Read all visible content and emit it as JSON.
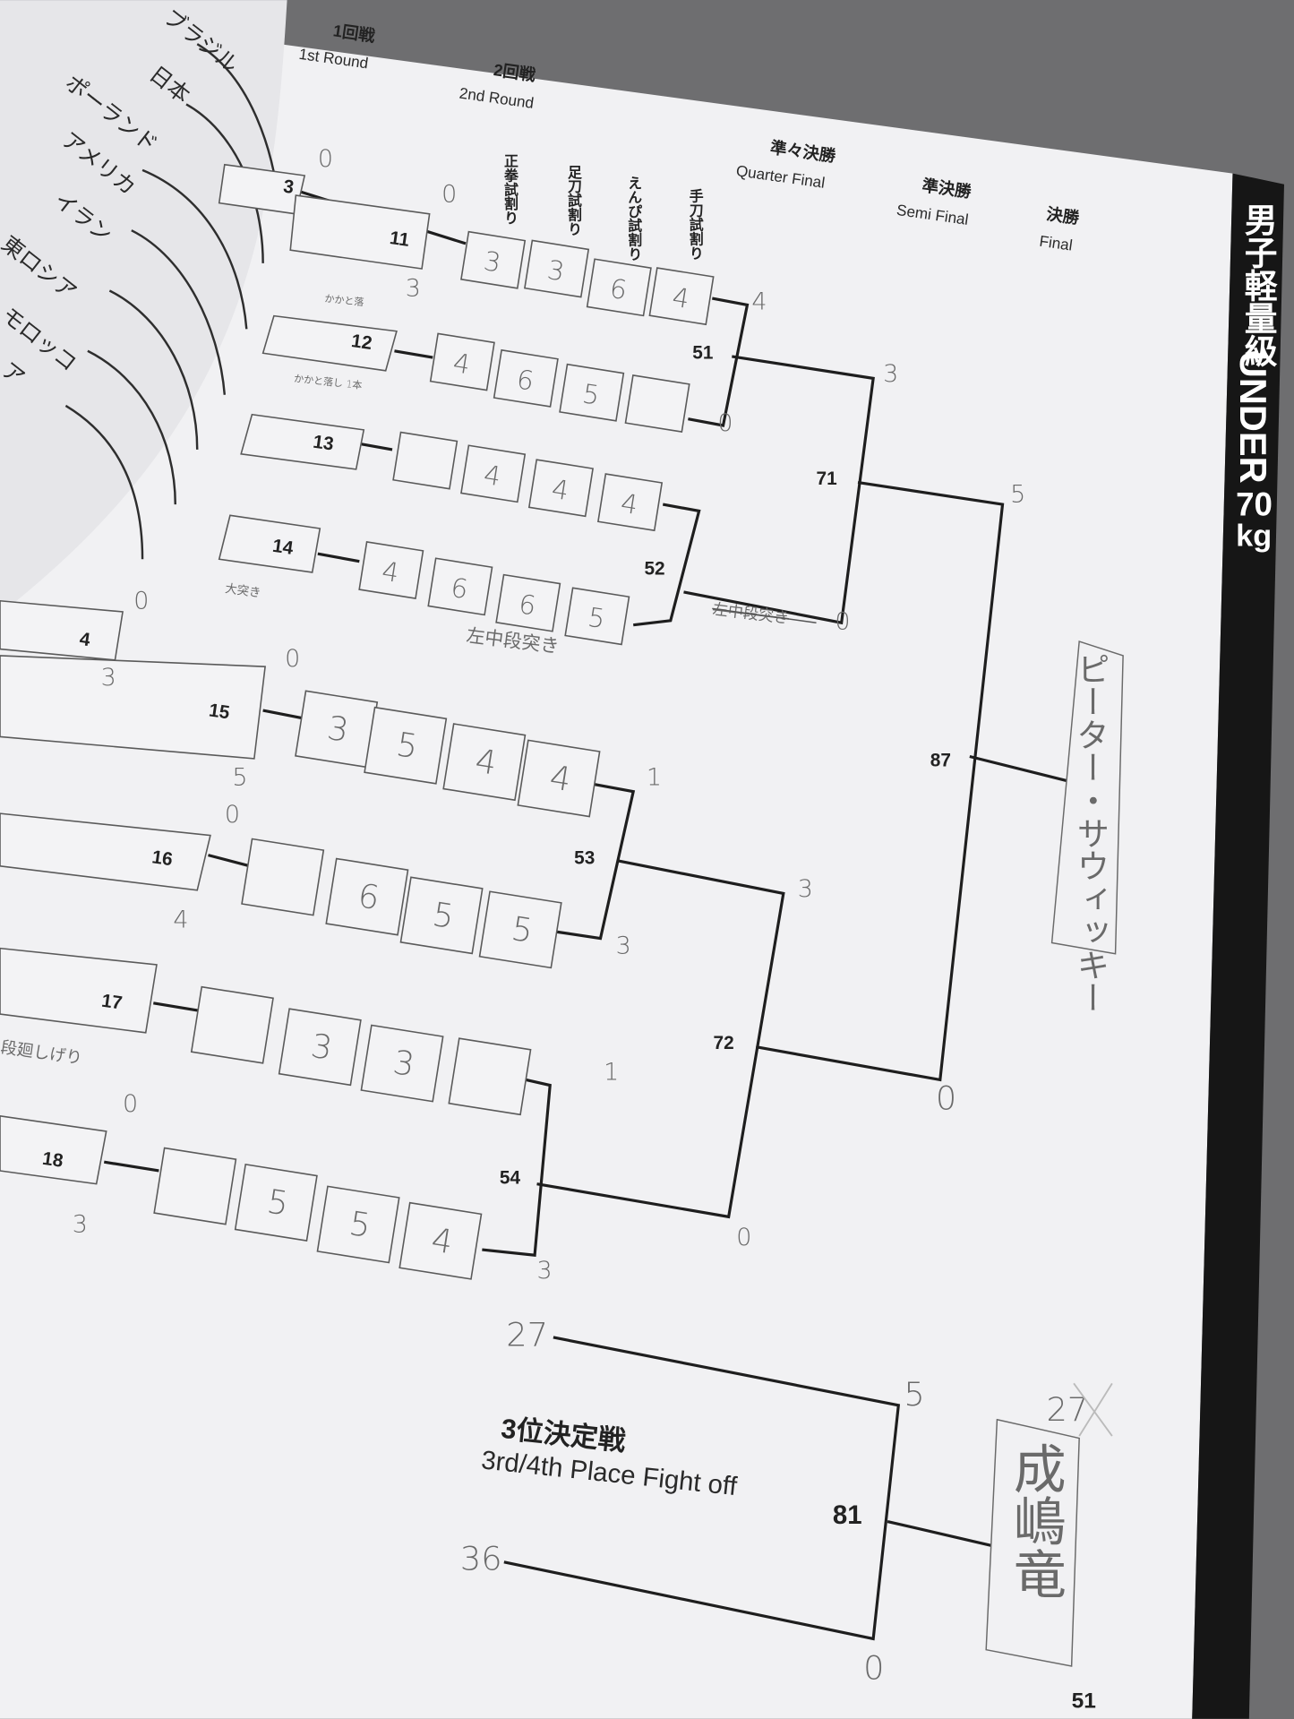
{
  "left_page": {
    "countries": [
      "ブラジル",
      "日本",
      "ポーランド",
      "アメリカ",
      "イラン",
      "東ロシア",
      "モロッコ",
      "ア"
    ]
  },
  "header": {
    "round1_jp": "1回戦",
    "round1_en": "1st Round",
    "round2_jp": "2回戦",
    "round2_en": "2nd Round",
    "tameshiwari": [
      "正拳試割り",
      "足刀試割り",
      "えんぴ試割り",
      "手刀試割り"
    ],
    "quarter_jp": "準々決勝",
    "quarter_en": "Quarter Final",
    "semi_jp": "準決勝",
    "semi_en": "Semi Final",
    "final_jp": "決勝",
    "final_en": "Final"
  },
  "side_tab": {
    "category_jp": "男子軽量級",
    "under": "UNDER",
    "weight": "70",
    "unit": "kg"
  },
  "first_round_boxes": [
    "3",
    "11",
    "12",
    "13",
    "14",
    "4",
    "15",
    "16",
    "17",
    "18"
  ],
  "tameshiwari_scores": [
    [
      "3",
      "3",
      "6",
      "4"
    ],
    [
      "4",
      "6",
      "5",
      ""
    ],
    [
      "",
      "4",
      "4",
      "4"
    ],
    [
      "4",
      "6",
      "6",
      "5"
    ],
    [
      "3",
      "5",
      "4",
      "4"
    ],
    [
      "",
      "6",
      "5",
      "5"
    ],
    [
      "",
      "3",
      "3",
      ""
    ],
    [
      "",
      "5",
      "5",
      "4"
    ]
  ],
  "match_numbers": {
    "m51": "51",
    "m52": "52",
    "m53": "53",
    "m54": "54",
    "m71": "71",
    "m72": "72",
    "m87": "87",
    "m81": "81"
  },
  "handwritten_marks": [
    "0",
    "0",
    "3",
    "4",
    "3",
    "0",
    "5",
    "0",
    "0",
    "3",
    "0",
    "5",
    "0",
    "1",
    "4",
    "3",
    "3",
    "1",
    "0",
    "3",
    "3",
    "0",
    "0",
    "27",
    "5",
    "36",
    "0",
    "27"
  ],
  "handwritten_notes": {
    "kakato1": "かかと落",
    "kakato2": "かかと落し 1本",
    "chudan1": "左中段突き",
    "chudan2": "左中段突き",
    "tsuki": "大突き",
    "mawashi": "段廻しげり"
  },
  "winner_name": "ピーター・サウィッキー",
  "third_place": {
    "title_jp": "3位決定戦",
    "title_en": "3rd/4th Place Fight off",
    "winner_name": "成嶋竜"
  },
  "page_number": "51"
}
